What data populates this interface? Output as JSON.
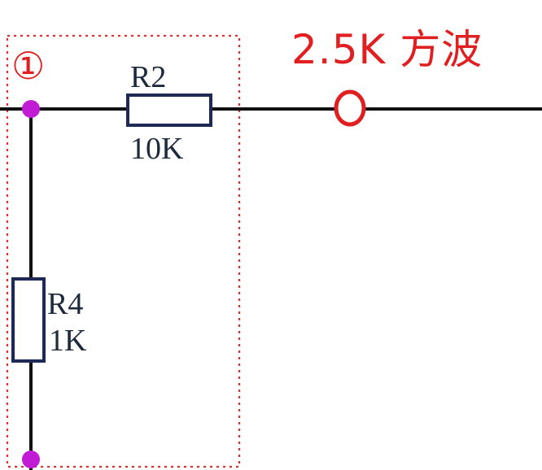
{
  "region_marker": {
    "label": "①"
  },
  "components": {
    "r2": {
      "name": "R2",
      "value": "10K"
    },
    "r4": {
      "name": "R4",
      "value": "1K"
    }
  },
  "signal": {
    "label": "2.5K 方波"
  },
  "colors": {
    "wire": "#111111",
    "resistor_border": "#1e2a55",
    "node": "#c21bd6",
    "highlight": "#e02020",
    "dashed_box": "#e03030"
  }
}
